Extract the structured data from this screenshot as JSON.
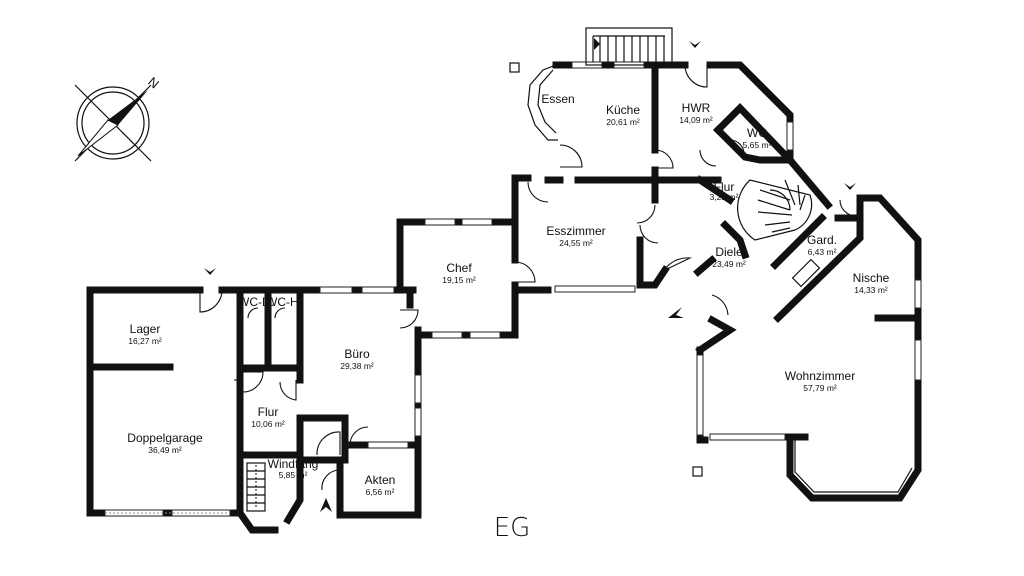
{
  "level_label": "EG",
  "compass": {
    "north_label": "N"
  },
  "rooms": [
    {
      "key": "lager",
      "name": "Lager",
      "area": "16,27 m²"
    },
    {
      "key": "doppelgarage",
      "name": "Doppelgarage",
      "area": "36,49 m²"
    },
    {
      "key": "wc_d",
      "name": "WC-D.",
      "area": ""
    },
    {
      "key": "wc_h",
      "name": "WC-H.",
      "area": ""
    },
    {
      "key": "flur_left",
      "name": "Flur",
      "area": "10,06 m²"
    },
    {
      "key": "windfang",
      "name": "Windfang",
      "area": "5,85 m²"
    },
    {
      "key": "buero",
      "name": "Büro",
      "area": "29,38 m²"
    },
    {
      "key": "akten",
      "name": "Akten",
      "area": "6,56 m²"
    },
    {
      "key": "chef",
      "name": "Chef",
      "area": "19,15 m²"
    },
    {
      "key": "esszimmer",
      "name": "Esszimmer",
      "area": "24,55 m²"
    },
    {
      "key": "essen",
      "name": "Essen",
      "area": ""
    },
    {
      "key": "kueche",
      "name": "Küche",
      "area": "20,61 m²"
    },
    {
      "key": "hwr",
      "name": "HWR",
      "area": "14,09 m²"
    },
    {
      "key": "wc",
      "name": "WC",
      "area": "5,65 m²"
    },
    {
      "key": "flur_right",
      "name": "Flur",
      "area": "3,21 m²"
    },
    {
      "key": "diele",
      "name": "Diele",
      "area": "23,49 m²"
    },
    {
      "key": "gard",
      "name": "Gard.",
      "area": "6,43 m²"
    },
    {
      "key": "nische",
      "name": "Nische",
      "area": "14,33 m²"
    },
    {
      "key": "wohnzimmer",
      "name": "Wohnzimmer",
      "area": "57,79 m²"
    }
  ]
}
